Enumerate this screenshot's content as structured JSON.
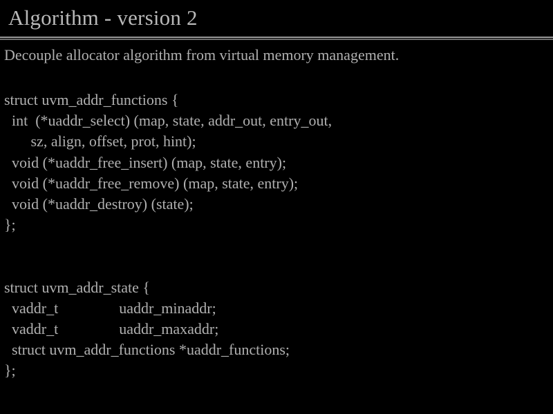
{
  "slide": {
    "title": "Algorithm - version 2",
    "lead": "Decouple allocator algorithm from virtual memory management.",
    "colors": {
      "background": "#000000",
      "text": "#b0b0b0",
      "title_text": "#b9b9b9",
      "rule_light": "#9a9a9a",
      "rule_dark": "#6d6d6d"
    },
    "code_lines": [
      "struct uvm_addr_functions {",
      "  int  (*uaddr_select) (map, state, addr_out, entry_out,",
      "       sz, align, offset, prot, hint);",
      "  void (*uaddr_free_insert) (map, state, entry);",
      "  void (*uaddr_free_remove) (map, state, entry);",
      "  void (*uaddr_destroy) (state);",
      "};",
      "",
      "",
      "struct uvm_addr_state {",
      "  vaddr_t                uaddr_minaddr;",
      "  vaddr_t                uaddr_maxaddr;",
      "  struct uvm_addr_functions *uaddr_functions;",
      "};"
    ]
  }
}
